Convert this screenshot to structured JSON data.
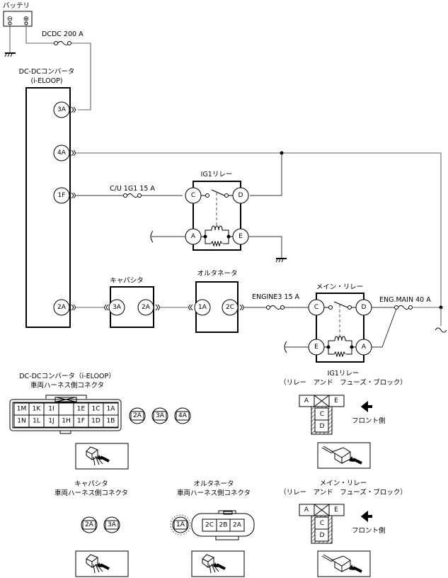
{
  "schematic": {
    "battery": {
      "label": "バッテリ",
      "terminals": [
        "⊖",
        "⊕"
      ]
    },
    "fuses": {
      "dcdc": "DCDC 200 A",
      "cu_ig1": "C/U 1G1 15 A",
      "engine3": "ENGINE3 15 A",
      "eng_main": "ENG.MAIN 40 A"
    },
    "dcdc_converter": {
      "label_line1": "DC-DCコンバータ",
      "label_line2": "(i-ELOOP)",
      "pins": [
        "3A",
        "4A",
        "1F",
        "2A"
      ]
    },
    "ig1_relay": {
      "label": "IG1リレー",
      "pins": [
        "C",
        "D",
        "A",
        "E"
      ]
    },
    "capacitor": {
      "label": "キャパシタ",
      "pins": [
        "3A",
        "2A"
      ]
    },
    "alternator": {
      "label": "オルタネータ",
      "pins": [
        "1A",
        "2C"
      ]
    },
    "main_relay": {
      "label": "メイン・リレー",
      "pins": [
        "C",
        "D",
        "E",
        "A"
      ]
    }
  },
  "connectors": {
    "dcdc": {
      "title_line1": "DC-DCコンバータ（i-ELOOP）",
      "title_line2": "車両ハーネス側コネクタ",
      "row1": [
        "1M",
        "1K",
        "1I",
        "",
        "1E",
        "1C",
        "1A"
      ],
      "row2": [
        "1N",
        "1L",
        "1J",
        "1H",
        "1F",
        "1D",
        "1B"
      ],
      "round_pins": [
        "2A",
        "3A",
        "4A"
      ]
    },
    "ig1_relay": {
      "title_line1": "IG1リレー",
      "title_line2": "（リレー　アンド　フューズ・ブロック）",
      "top_pins": [
        "A",
        "E"
      ],
      "body_pins": [
        "C",
        "D"
      ],
      "front_label": "フロント側"
    },
    "capacitor": {
      "title_line1": "キャパシタ",
      "title_line2": "車両ハーネス側コネクタ",
      "round_pins": [
        "2A",
        "3A"
      ]
    },
    "alternator": {
      "title_line1": "オルタネータ",
      "title_line2": "車両ハーネス側コネクタ",
      "round_pin": "1A",
      "pins": [
        "2C",
        "2B",
        "2A"
      ]
    },
    "main_relay": {
      "title_line1": "メイン・リレー",
      "title_line2": "（リレー　アンド　フューズ・ブロック）",
      "top_pins": [
        "A",
        "E"
      ],
      "body_pins": [
        "C",
        "D"
      ],
      "front_label": "フロント側"
    }
  }
}
